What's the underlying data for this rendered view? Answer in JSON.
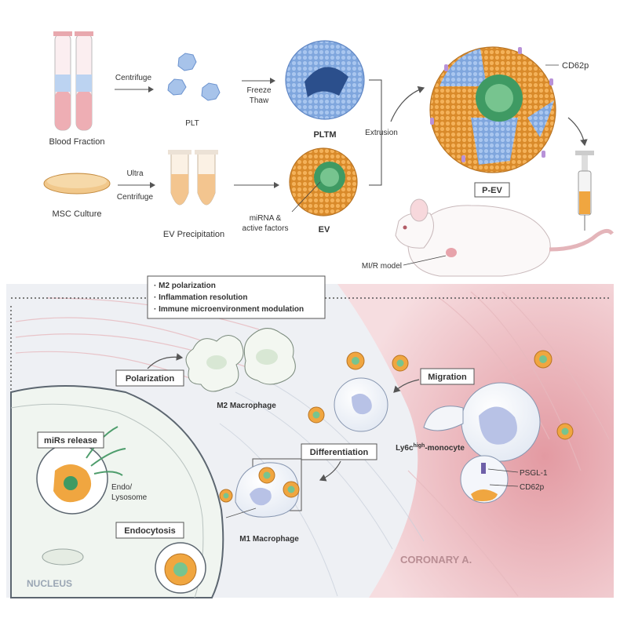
{
  "process": {
    "blood_fraction": "Blood Fraction",
    "centrifuge": "Centrifuge",
    "plt": "PLT",
    "freeze": "Freeze",
    "thaw": "Thaw",
    "pltm": "PLTM",
    "msc_culture": "MSC Culture",
    "ultra": "Ultra",
    "centrifuge2": "Centrifuge",
    "ev_precipitation": "EV Precipitation",
    "mirna": "miRNA &",
    "active_factors": "active factors",
    "ev": "EV",
    "extrusion": "Extrusion",
    "pev": "P-EV",
    "cd62p_top": "CD62p",
    "mir_model": "MI/R model"
  },
  "effects": [
    "· M2 polarization",
    "· Inflammation resolution",
    "· Immune microenvironment modulation"
  ],
  "tissue": {
    "polarization": "Polarization",
    "m2_macrophage": "M2 Macrophage",
    "migration": "Migration",
    "differentiation": "Differentiation",
    "monocyte_pre": "Ly6c",
    "monocyte_sup": "high",
    "monocyte_post": "-monocyte",
    "m1_macrophage": "M1 Macrophage",
    "psgl1": "PSGL-1",
    "cd62p": "CD62p",
    "mirs_release": "miRs release",
    "endo": "Endo/",
    "lysosome": "Lysosome",
    "endocytosis": "Endocytosis",
    "nucleus": "NUCLEUS",
    "coronary": "CORONARY A."
  },
  "colors": {
    "pltm_blue": "#8fb4e6",
    "ev_orange": "#f0a640",
    "cargo_green": "#3f9a63",
    "vessel_red": "#e59ca3",
    "tissue_gray": "#dde2ea"
  }
}
